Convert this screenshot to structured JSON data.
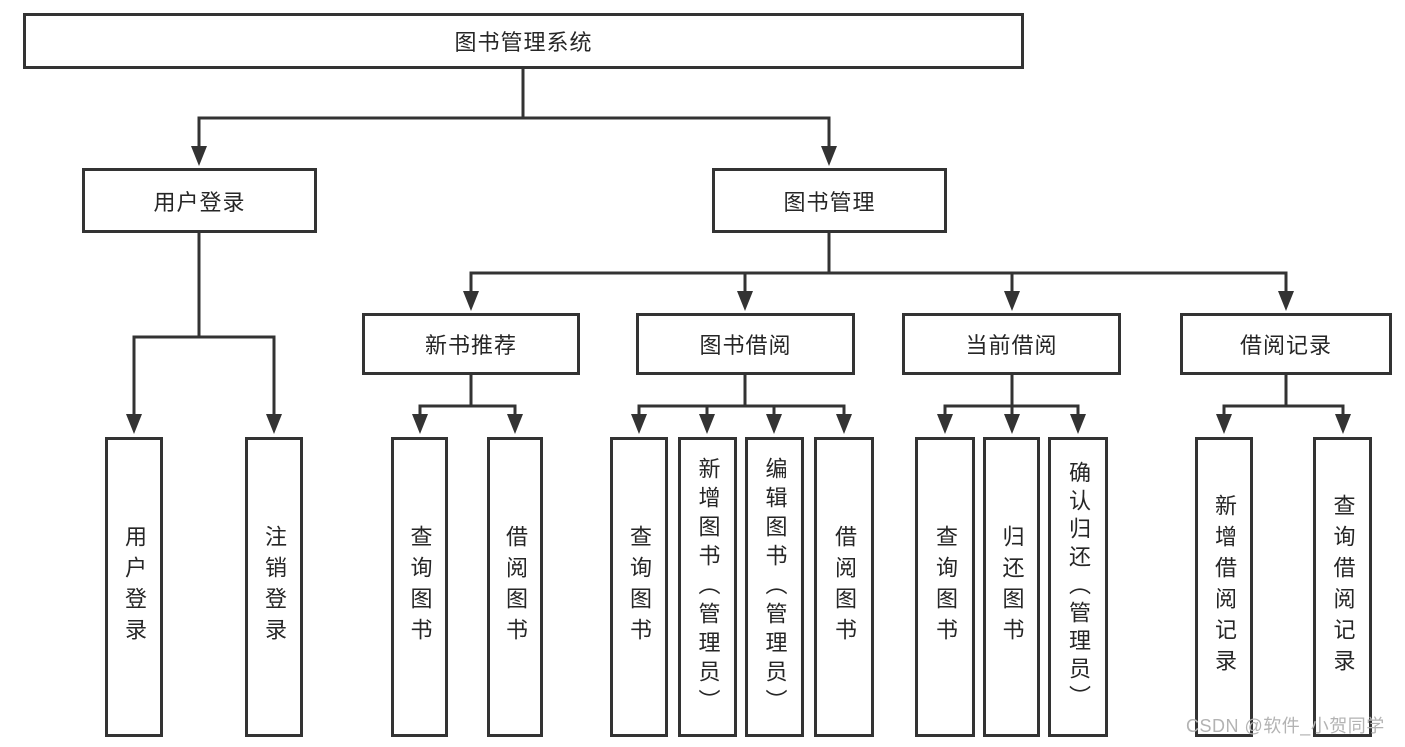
{
  "tree": {
    "label": "图书管理系统",
    "children": [
      {
        "label": "用户登录",
        "children": [
          {
            "label": "用户登录"
          },
          {
            "label": "注销登录"
          }
        ]
      },
      {
        "label": "图书管理",
        "children": [
          {
            "label": "新书推荐",
            "children": [
              {
                "label": "查询图书"
              },
              {
                "label": "借阅图书"
              }
            ]
          },
          {
            "label": "图书借阅",
            "children": [
              {
                "label": "查询图书"
              },
              {
                "label": "新增图书（管理员）"
              },
              {
                "label": "编辑图书（管理员）"
              },
              {
                "label": "借阅图书"
              }
            ]
          },
          {
            "label": "当前借阅",
            "children": [
              {
                "label": "查询图书"
              },
              {
                "label": "归还图书"
              },
              {
                "label": "确认归还（管理员）"
              }
            ]
          },
          {
            "label": "借阅记录",
            "children": [
              {
                "label": "新增借阅记录"
              },
              {
                "label": "查询借阅记录"
              }
            ]
          }
        ]
      }
    ]
  },
  "watermark": "CSDN @软件_小贺同学",
  "colors": {
    "line": "#333333",
    "text": "#262626",
    "background": "#ffffff",
    "watermark": "#b3b3b3"
  }
}
